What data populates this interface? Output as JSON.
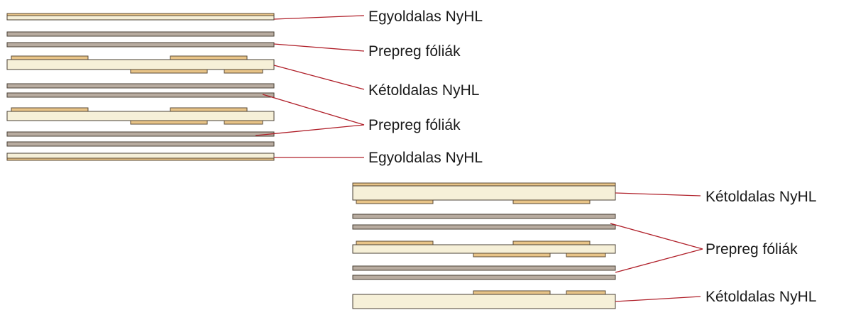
{
  "left_stack": {
    "labels": {
      "l1": "Egyoldalas NyHL",
      "l2": "Prepreg fóliák",
      "l3": "Kétoldalas NyHL",
      "l4": "Prepreg fóliák",
      "l5": "Egyoldalas NyHL"
    }
  },
  "right_stack": {
    "labels": {
      "r1": "Kétoldalas NyHL",
      "r2": "Prepreg fóliák",
      "r3": "Kétoldalas NyHL"
    }
  },
  "colors": {
    "core": "#f6f0d8",
    "copper": "#e8c488",
    "prepreg": "#b8aca0",
    "leader": "#b0202a"
  }
}
